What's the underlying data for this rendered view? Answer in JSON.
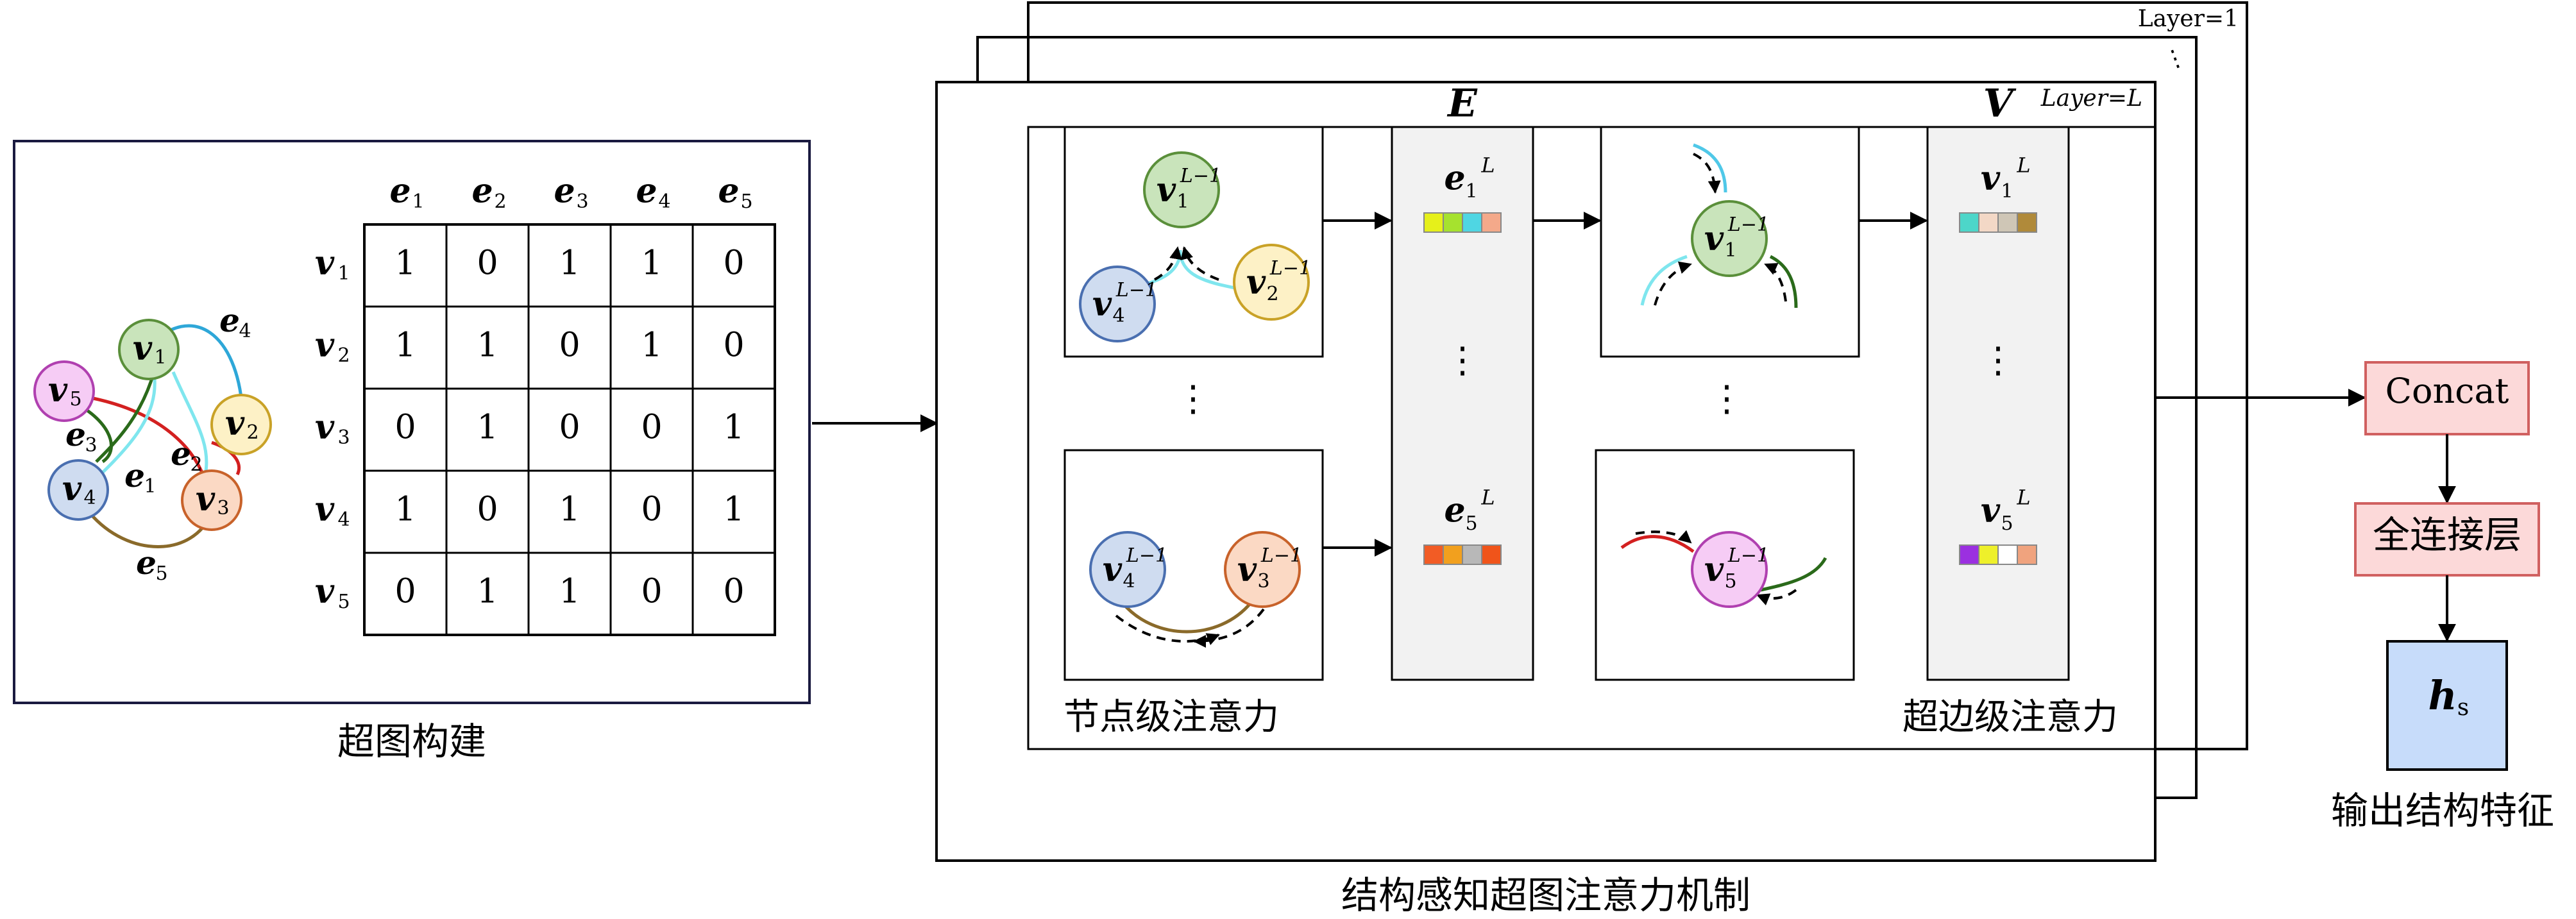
{
  "hypergraph": {
    "caption": "超图构建",
    "incidence": {
      "col_headers": [
        "e",
        "e",
        "e",
        "e",
        "e"
      ],
      "col_subs": [
        "1",
        "2",
        "3",
        "4",
        "5"
      ],
      "row_headers": [
        "v",
        "v",
        "v",
        "v",
        "v"
      ],
      "row_subs": [
        "1",
        "2",
        "3",
        "4",
        "5"
      ],
      "rows": [
        [
          "1",
          "0",
          "1",
          "1",
          "0"
        ],
        [
          "1",
          "1",
          "0",
          "1",
          "0"
        ],
        [
          "0",
          "1",
          "0",
          "0",
          "1"
        ],
        [
          "1",
          "0",
          "1",
          "0",
          "1"
        ],
        [
          "0",
          "1",
          "1",
          "0",
          "0"
        ]
      ]
    },
    "graph": {
      "node_letter": "v",
      "edge_letter": "e",
      "node_subs": [
        "1",
        "2",
        "3",
        "4",
        "5"
      ],
      "edge_subs": [
        "1",
        "2",
        "3",
        "4",
        "5"
      ],
      "node_colors": [
        "#c9e4bb",
        "#fdf1c6",
        "#fbd9c4",
        "#cfdcf0",
        "#f6ccf5"
      ],
      "node_strokes": [
        "#5a8f3a",
        "#c9a227",
        "#c8622a",
        "#4a6fb0",
        "#b040b0"
      ],
      "edge_colors": [
        "#7fe6ee",
        "#d32020",
        "#2a6a1a",
        "#2ea7d8",
        "#8a6a2a"
      ]
    }
  },
  "mechanism": {
    "caption": "结构感知超图注意力机制",
    "layer_first": "Layer=1",
    "layer_last": "Layer=L",
    "E_label": "E",
    "V_label": "V",
    "node_level_caption": "节点级注意力",
    "edge_level_caption": "超边级注意力",
    "superscript": "L−1",
    "superscript_L": "L",
    "vdots": "⋮",
    "top_left_nodes": [
      "1",
      "4",
      "2"
    ],
    "bottom_left_nodes": [
      "4",
      "3"
    ],
    "top_right_node": "1",
    "bottom_right_node": "5",
    "E_items": [
      {
        "sub": "1",
        "colors": [
          "#e6f01a",
          "#a6e22e",
          "#4fd6e3",
          "#f4a98a"
        ]
      },
      {
        "sub": "5",
        "colors": [
          "#f25c25",
          "#f2a01e",
          "#b8b8b8",
          "#f0541a"
        ]
      }
    ],
    "V_items": [
      {
        "sub": "1",
        "colors": [
          "#4dd6c9",
          "#f3d8c6",
          "#cfc6b6",
          "#b08a3a"
        ]
      },
      {
        "sub": "5",
        "colors": [
          "#9b30e0",
          "#eef02a",
          "#ffffff",
          "#f0a37e"
        ]
      }
    ]
  },
  "output": {
    "concat_label": "Concat",
    "fc_label": "全连接层",
    "h_letter": "h",
    "h_sub": "s",
    "caption": "输出结构特征",
    "box_fill": "#fcd9d9",
    "box_stroke": "#d06060",
    "h_fill": "#c7dcfa"
  }
}
